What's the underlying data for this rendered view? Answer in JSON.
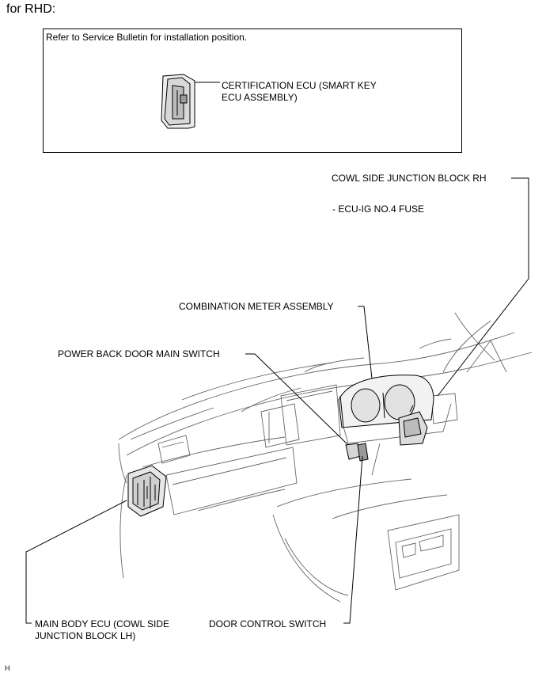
{
  "heading": "for RHD:",
  "notice_box": {
    "text": "Refer to Service Bulletin for installation position.",
    "certification_ecu_line1": "CERTIFICATION ECU (SMART KEY",
    "certification_ecu_line2": "ECU ASSEMBLY)"
  },
  "callouts": {
    "cowl_side_jb_rh": "COWL SIDE JUNCTION BLOCK RH",
    "ecu_ig_fuse": "- ECU-IG NO.4 FUSE",
    "combination_meter": "COMBINATION METER ASSEMBLY",
    "power_back_door_switch": "POWER BACK DOOR MAIN SWITCH",
    "main_body_ecu_line1": "MAIN BODY ECU (COWL SIDE",
    "main_body_ecu_line2": "JUNCTION BLOCK LH)",
    "door_control_switch": "DOOR CONTROL SWITCH"
  },
  "footer_code": "H"
}
